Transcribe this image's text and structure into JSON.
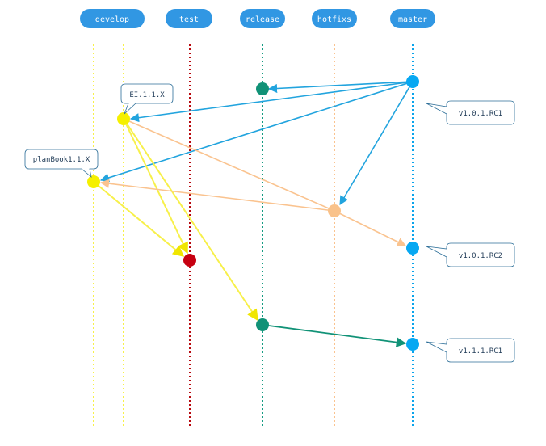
{
  "branches": [
    {
      "id": "develop",
      "label": "develop",
      "color": "#f7f04a"
    },
    {
      "id": "test",
      "label": "test",
      "color": "#b8090f"
    },
    {
      "id": "release",
      "label": "release",
      "color": "#169c83"
    },
    {
      "id": "hotfixs",
      "label": "hotfixs",
      "color": "#fac38f"
    },
    {
      "id": "master",
      "label": "master",
      "color": "#0ba4eb"
    }
  ],
  "colors": {
    "pill": "#3197e3",
    "develop_line": "#f7f04a",
    "develop_node": "#f5f000",
    "test_line": "#b8090f",
    "test_node": "#c70011",
    "release_line": "#169c83",
    "release_node": "#119277",
    "hotfix_line": "#fac38f",
    "hotfix_node": "#f9c28a",
    "master_line": "#0ba4eb",
    "master_node": "#07a8f2",
    "arrow_blue": "#22a4de",
    "arrow_yellow": "#f7f04a",
    "arrow_peach": "#fac38f",
    "arrow_teal": "#119277",
    "callout_border": "#2c6e98"
  },
  "callouts": [
    {
      "id": "ei",
      "label": "EI.1.1.X"
    },
    {
      "id": "planbook",
      "label": "planBook1.1.X"
    },
    {
      "id": "rc1",
      "label": "v1.0.1.RC1"
    },
    {
      "id": "rc2",
      "label": "v1.0.1.RC2"
    },
    {
      "id": "v111",
      "label": "v1.1.1.RC1"
    }
  ]
}
